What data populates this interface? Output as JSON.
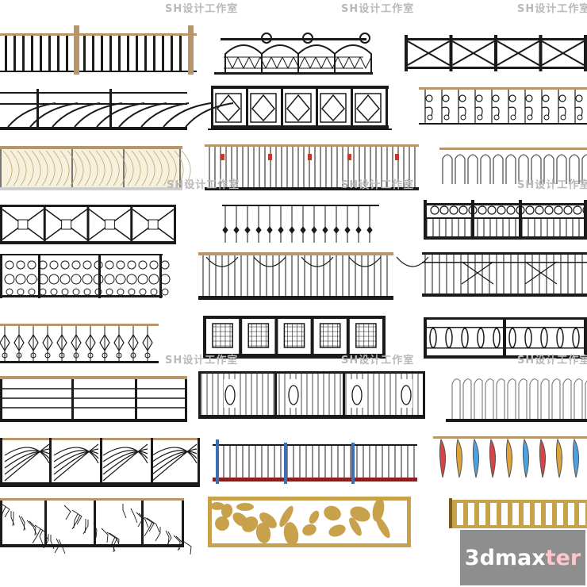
{
  "watermarks": [
    "SH设计工作室",
    "SH设计工作室",
    "SH设计工作室",
    "SH设计工作室",
    "SH设计工作室",
    "SH设计工作室",
    "SH设计工作室",
    "SH设计工作室",
    "SH设计工作室"
  ],
  "brand": {
    "logo_part1": "3dmax",
    "logo_part2": "ter"
  },
  "colors": {
    "ink": "#1a1a1a",
    "wood": "#b8966a",
    "gold": "#c8a24a",
    "red": "#c0392b",
    "blue": "#3b6fb6",
    "brand_bg": "#8e8e8e"
  },
  "railings": [
    {
      "id": "r01",
      "style": "balusters-wood-posts"
    },
    {
      "id": "r02",
      "style": "arched-ornate"
    },
    {
      "id": "r03",
      "style": "x-diamond-panels"
    },
    {
      "id": "r04",
      "style": "arc-panels"
    },
    {
      "id": "r05",
      "style": "diamond-lattice"
    },
    {
      "id": "r06",
      "style": "scroll-curl"
    },
    {
      "id": "r07",
      "style": "glass-wave"
    },
    {
      "id": "r08",
      "style": "bar-pickets"
    },
    {
      "id": "r09",
      "style": "u-loop"
    },
    {
      "id": "r10",
      "style": "x-box-panels"
    },
    {
      "id": "r11",
      "style": "spear-bars"
    },
    {
      "id": "r12",
      "style": "circle-scroll-top"
    },
    {
      "id": "r13",
      "style": "ornate-scroll"
    },
    {
      "id": "r14",
      "style": "curved-bars"
    },
    {
      "id": "r15",
      "style": "bars-star-center"
    },
    {
      "id": "r16",
      "style": "diamond-balusters"
    },
    {
      "id": "r17",
      "style": "crosshatch-squares"
    },
    {
      "id": "r18",
      "style": "oval-balusters"
    },
    {
      "id": "r19",
      "style": "horizontal-rails"
    },
    {
      "id": "r20",
      "style": "leaf-panels"
    },
    {
      "id": "r21",
      "style": "wavy-slats"
    },
    {
      "id": "r22",
      "style": "arc-glass"
    },
    {
      "id": "r23",
      "style": "red-pickets"
    },
    {
      "id": "r24",
      "style": "colored-horns"
    },
    {
      "id": "r25",
      "style": "mosaic-glass"
    },
    {
      "id": "r26",
      "style": "gold-organic"
    },
    {
      "id": "r27",
      "style": "gold-pipes"
    }
  ]
}
